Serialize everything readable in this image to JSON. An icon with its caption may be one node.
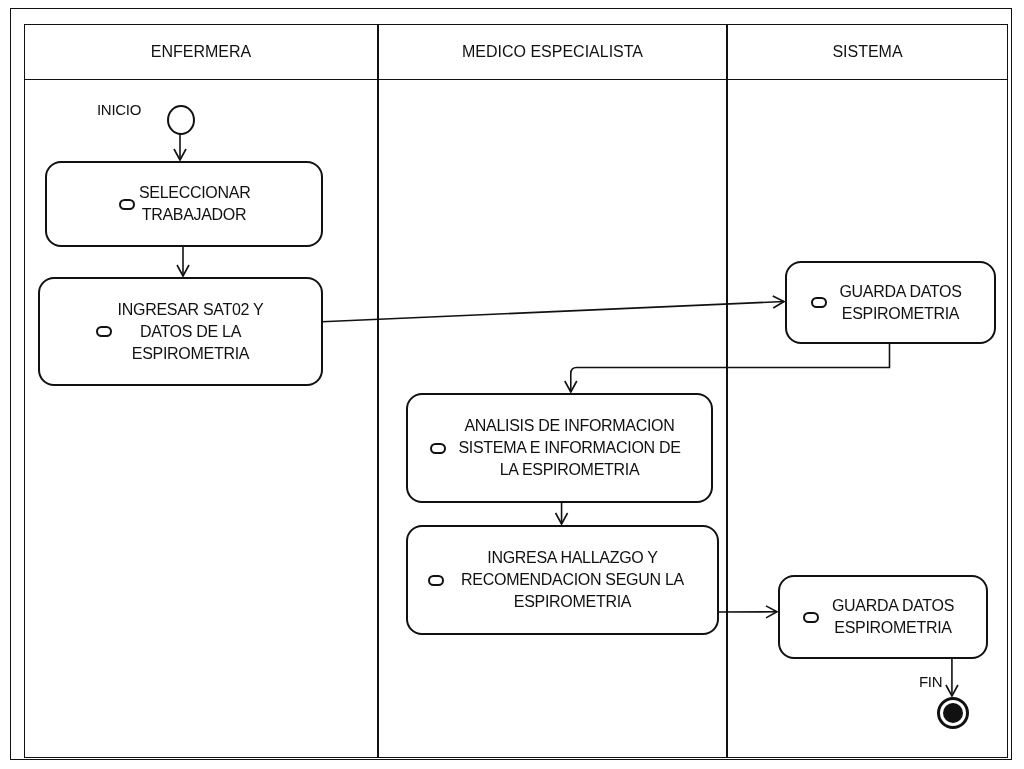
{
  "diagram": {
    "nodes": [
      {
        "text": [
          "ENFERMERA"
        ]
      },
      {
        "text": [
          "MEDICO ESPECIALISTA"
        ]
      },
      {
        "text": [
          "SISTEMA"
        ]
      },
      {
        "text": [],
        "shape": "circle",
        "in": 0,
        "beside": [
          "INICIO"
        ]
      },
      {
        "text": [
          "SELECCIONAR TRABAJADOR"
        ],
        "in": 0
      },
      {
        "text": [
          "INGRESAR SAT02 Y DATOS DE LA ESPIROMETRIA"
        ],
        "in": 0
      },
      {
        "text": [
          "GUARDA DATOS ESPIROMETRIA"
        ],
        "in": 2
      },
      {
        "text": [
          "ANALISIS DE INFORMACION SISTEMA E INFORMACION DE LA ESPIROMETRIA"
        ],
        "in": 1
      },
      {
        "text": [
          "INGRESA HALLAZGO Y RECOMENDACION SEGUN LA ESPIROMETRIA"
        ],
        "in": 1
      },
      {
        "text": [
          "GUARDA DATOS ESPIROMETRIA"
        ],
        "in": 2
      },
      {
        "text": [],
        "shape": "bullseye",
        "in": 2,
        "beside": [
          "FIN"
        ]
      }
    ],
    "edges": [
      {
        "from": 3,
        "to": 4,
        "arrow": "to"
      },
      {
        "from": 4,
        "to": 5,
        "arrow": "to"
      },
      {
        "from": 5,
        "to": 6,
        "arrow": "to"
      },
      {
        "from": 6,
        "to": 7,
        "arrow": "to"
      },
      {
        "from": 7,
        "to": 8,
        "arrow": "to"
      },
      {
        "from": 8,
        "to": 9,
        "arrow": "to"
      },
      {
        "from": 9,
        "to": 10,
        "arrow": "to"
      }
    ]
  }
}
